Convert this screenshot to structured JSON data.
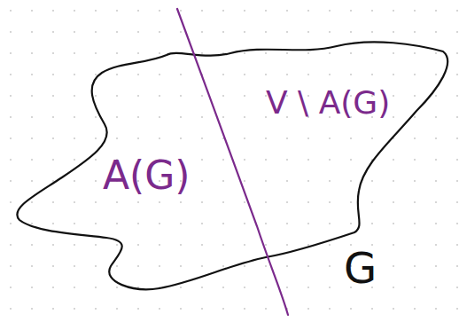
{
  "diagram": {
    "labels": [
      "A(G)",
      "V \\ A(G)",
      "G"
    ]
  }
}
